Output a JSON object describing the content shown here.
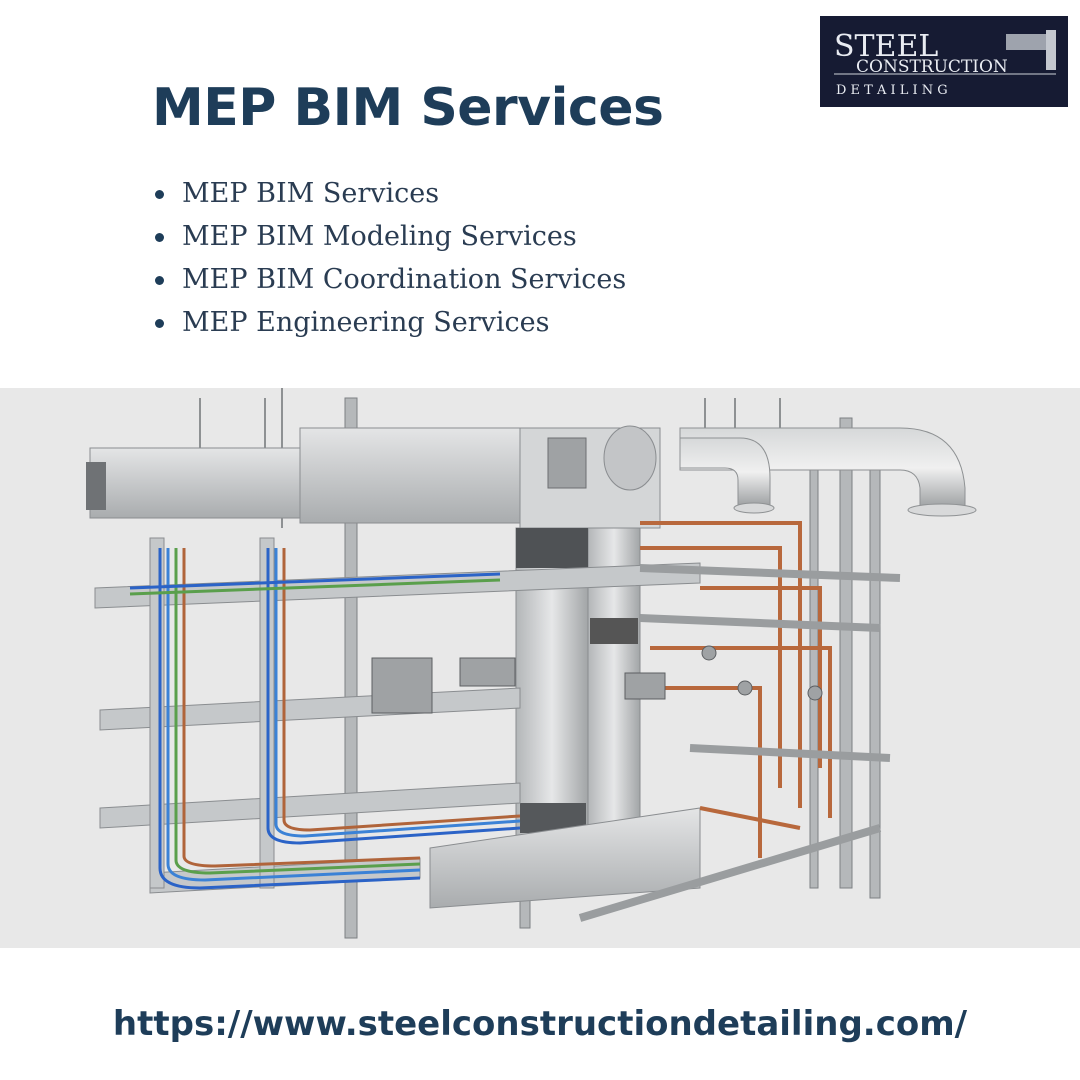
{
  "logo": {
    "line1": "STEEL",
    "line2": "CONSTRUCTION",
    "line3": "D E T A I L I N G",
    "background": "#161b33"
  },
  "title": "MEP BIM Services",
  "services": [
    "MEP BIM Services",
    "MEP BIM Modeling Services",
    "MEP BIM Coordination Services",
    "MEP Engineering Services"
  ],
  "illustration": {
    "icon": "mep-pipework-3d-illustration",
    "colors": {
      "duct": "#c9cbcc",
      "copper": "#b8683c",
      "cable_blue": "#2b63c7",
      "tray": "#bfc2c4"
    }
  },
  "url": "https://www.steelconstructiondetailing.com/",
  "colors": {
    "title": "#1e3d59",
    "text": "#2a3c52",
    "background": "#ffffff"
  }
}
